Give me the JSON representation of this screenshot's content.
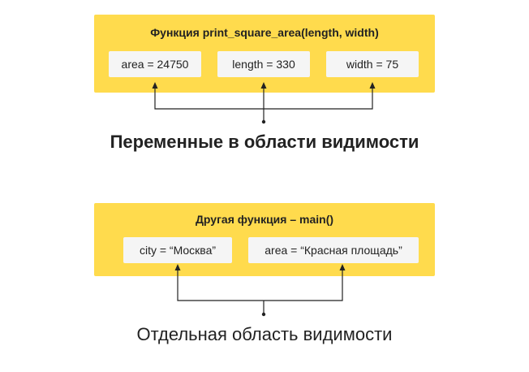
{
  "colors": {
    "panel": "#ffdb4d",
    "box": "#f5f5f5",
    "text": "#222222",
    "connector": "#222222"
  },
  "scope1": {
    "title": "Функция print_square_area(length, width)",
    "variables": [
      "area = 24750",
      "length = 330",
      "width = 75"
    ],
    "caption": "Переменные в области видимости"
  },
  "scope2": {
    "title": "Другая функция – main()",
    "variables": [
      "city = “Москва”",
      "area = “Красная площадь”"
    ],
    "caption": "Отдельная область видимости"
  }
}
